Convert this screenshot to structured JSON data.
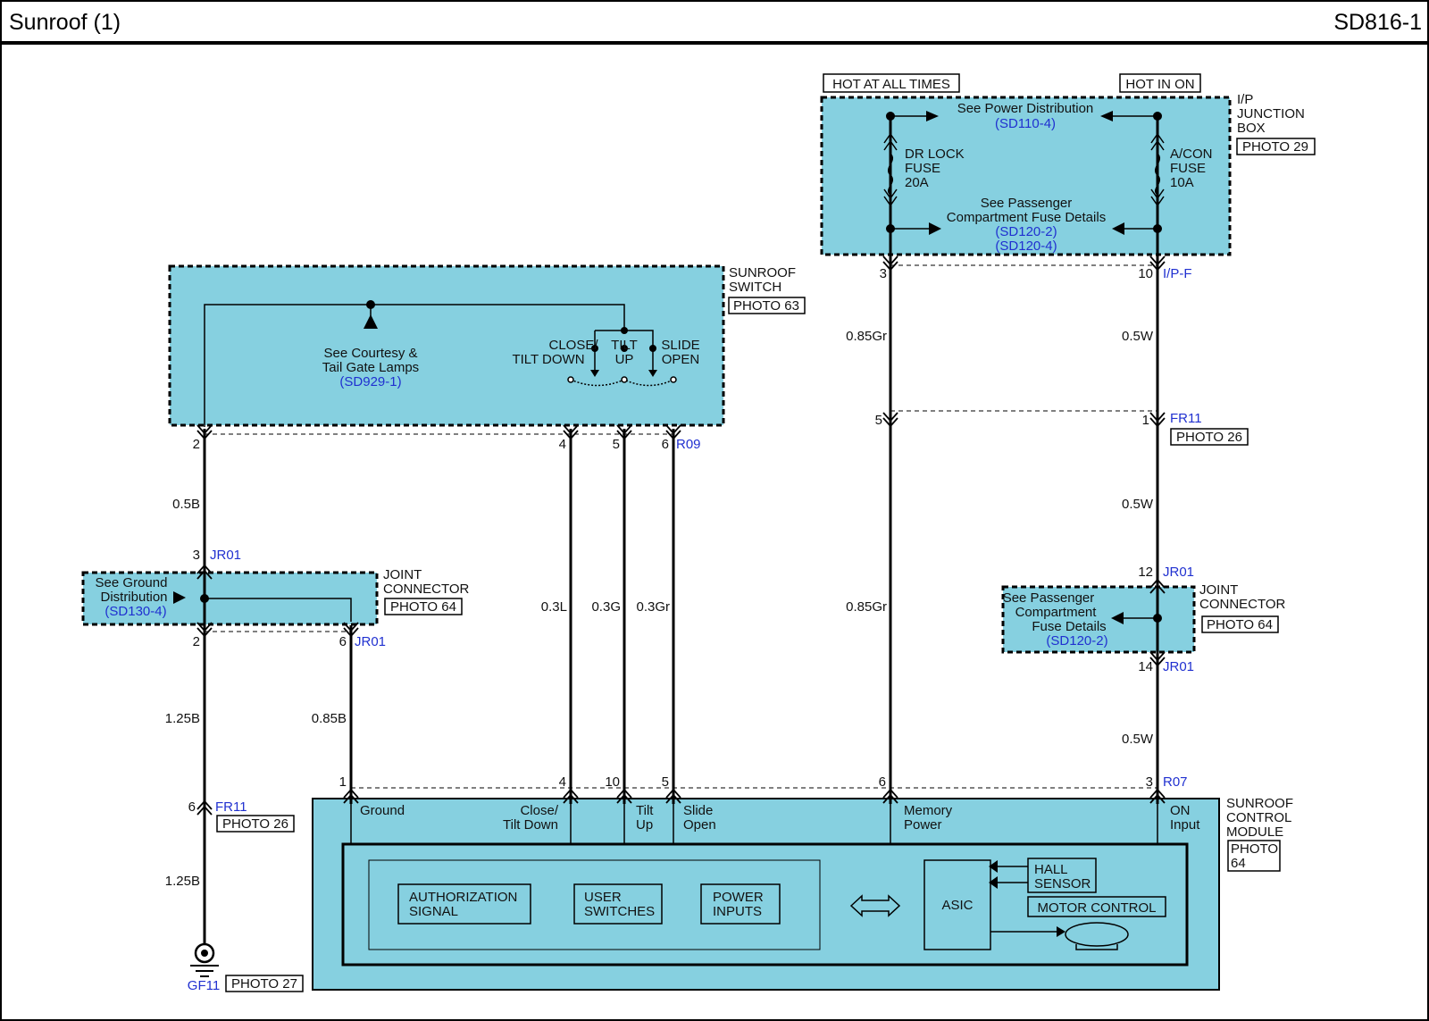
{
  "header": {
    "title": "Sunroof (1)",
    "code": "SD816-1"
  },
  "colors": {
    "box_fill": "#86d0e0",
    "wire": "#000000",
    "ref": "#2030d0"
  },
  "hot_labels": {
    "always": "HOT AT ALL TIMES",
    "in_on": "HOT IN ON"
  },
  "junction_box": {
    "name": [
      "I/P",
      "JUNCTION",
      "BOX"
    ],
    "photo": "PHOTO 29",
    "power_dist": "See Power Distribution",
    "power_dist_ref": "(SD110-4)",
    "fuse1": [
      "DR LOCK",
      "FUSE",
      "20A"
    ],
    "fuse2": [
      "A/CON",
      "FUSE",
      "10A"
    ],
    "fuse_details": [
      "See Passenger",
      "Compartment Fuse Details"
    ],
    "fuse_refs": [
      "(SD120-2)",
      "(SD120-4)"
    ],
    "pin_left": "3",
    "pin_right": "10",
    "connector": "I/P-F"
  },
  "sunroof_switch": {
    "name": [
      "SUNROOF",
      "SWITCH"
    ],
    "photo": "PHOTO 63",
    "courtesy": [
      "See Courtesy &",
      "Tail Gate Lamps"
    ],
    "courtesy_ref": "(SD929-1)",
    "close": [
      "CLOSE/",
      "TILT DOWN"
    ],
    "tilt": [
      "TILT",
      "UP"
    ],
    "slide": [
      "SLIDE",
      "OPEN"
    ],
    "pins": [
      "2",
      "4",
      "5",
      "6"
    ],
    "connector": "R09"
  },
  "wires": {
    "w05b": "0.5B",
    "w03l": "0.3L",
    "w03g": "0.3G",
    "w03gr": "0.3Gr",
    "w085gr_a": "0.85Gr",
    "w085gr_b": "0.85Gr",
    "w05w_a": "0.5W",
    "w05w_b": "0.5W",
    "w05w_c": "0.5W",
    "w125b_a": "1.25B",
    "w125b_b": "1.25B",
    "w085b": "0.85B"
  },
  "joint_left": {
    "name": [
      "JOINT",
      "CONNECTOR"
    ],
    "photo": "PHOTO 64",
    "ground": [
      "See Ground",
      "Distribution"
    ],
    "ground_ref": "(SD130-4)",
    "pin_top": "3",
    "pin_bottom": "2",
    "pin_right": "6",
    "connector": "JR01"
  },
  "fr11_right": {
    "pin_top": "5",
    "pin_right": "1",
    "connector": "FR11",
    "photo": "PHOTO 26"
  },
  "joint_right": {
    "name": [
      "JOINT",
      "CONNECTOR"
    ],
    "photo": "PHOTO 64",
    "details": [
      "See Passenger",
      "Compartment",
      "Fuse Details"
    ],
    "details_ref": "(SD120-2)",
    "pin_top": "12",
    "pin_bottom": "14",
    "connector": "JR01"
  },
  "fr11_left": {
    "pin": "6",
    "connector": "FR11",
    "photo": "PHOTO 26"
  },
  "ground_point": {
    "name": "GF11",
    "photo": "PHOTO 27"
  },
  "control_module": {
    "name": [
      "SUNROOF",
      "CONTROL",
      "MODULE"
    ],
    "photo": [
      "PHOTO",
      "64"
    ],
    "pins": [
      "1",
      "4",
      "10",
      "5",
      "6",
      "3"
    ],
    "connector": "R07",
    "terminals": {
      "ground": [
        "Ground"
      ],
      "close": [
        "Close/",
        "Tilt Down"
      ],
      "tilt": [
        "Tilt",
        "Up"
      ],
      "slide": [
        "Slide",
        "Open"
      ],
      "memory": [
        "Memory",
        "Power"
      ],
      "on": [
        "ON",
        "Input"
      ]
    },
    "auth": [
      "AUTHORIZATION",
      "SIGNAL"
    ],
    "user": [
      "USER",
      "SWITCHES"
    ],
    "power": [
      "POWER",
      "INPUTS"
    ],
    "asic": "ASIC",
    "hall": [
      "HALL",
      "SENSOR"
    ],
    "motor": "MOTOR CONTROL"
  }
}
